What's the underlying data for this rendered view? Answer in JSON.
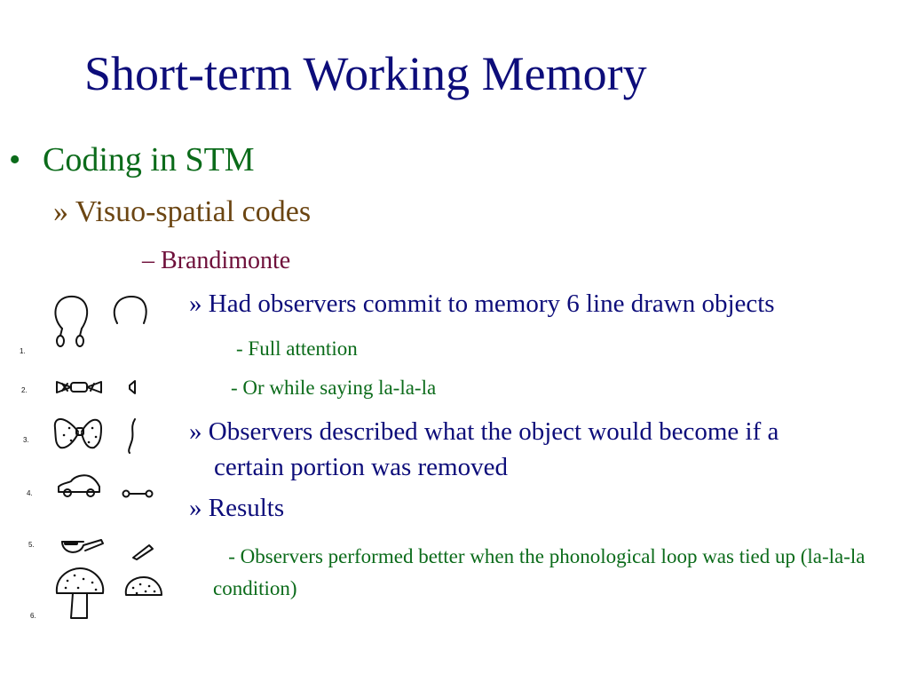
{
  "slide": {
    "title": "Short-term Working Memory",
    "bullet_marker": "•",
    "level1": "Coding in STM",
    "level2_marker": "»",
    "level2": "Visuo-spatial codes",
    "level3_marker": "–",
    "level3": "Brandimonte",
    "items": [
      {
        "marker": "»",
        "text": "Had observers commit to memory 6 line drawn objects"
      },
      {
        "marker": "»",
        "text_line1": "Observers described what the object would become if a",
        "text_line2": "certain portion was removed"
      },
      {
        "marker": "»",
        "text": "Results"
      }
    ],
    "subitems": {
      "full_attention": "- Full attention",
      "la_la_la": "- Or while saying la-la-la",
      "result": "- Observers performed better when the phonological loop was tied up (la-la-la condition)"
    }
  },
  "figure": {
    "row_numbers": [
      "1.",
      "2.",
      "3.",
      "4.",
      "5.",
      "6."
    ]
  }
}
